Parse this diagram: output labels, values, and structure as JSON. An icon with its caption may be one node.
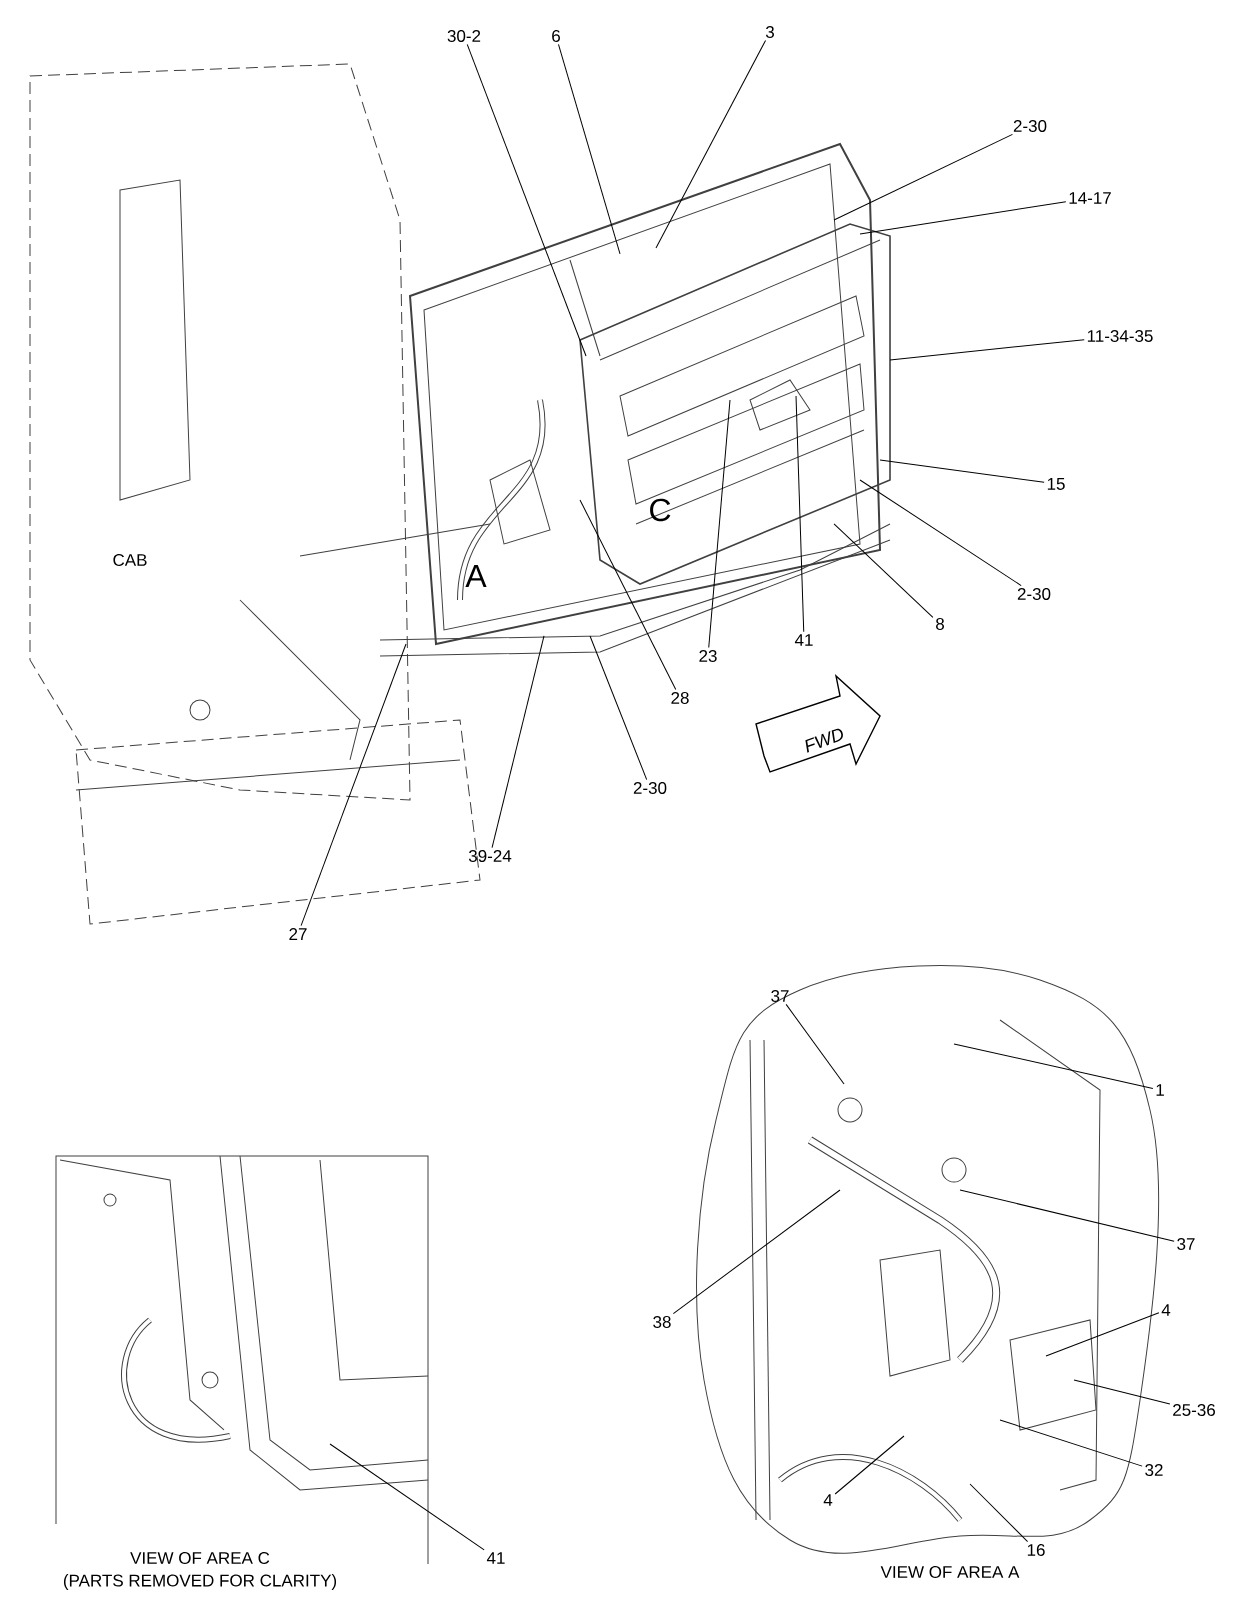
{
  "diagram": {
    "nodes": [
      {
        "text": [
          "30-2"
        ]
      },
      {
        "text": [
          "6"
        ]
      },
      {
        "text": [
          "3"
        ]
      },
      {
        "text": [
          "2-30"
        ]
      },
      {
        "text": [
          "14-17"
        ]
      },
      {
        "text": [
          "11-34-35"
        ]
      },
      {
        "text": [
          "15"
        ]
      },
      {
        "text": [
          "2-30"
        ]
      },
      {
        "text": [
          "8"
        ]
      },
      {
        "text": [
          "41"
        ]
      },
      {
        "text": [
          "23"
        ]
      },
      {
        "text": [
          "28"
        ]
      },
      {
        "text": [
          "2-30"
        ]
      },
      {
        "text": [
          "39-24"
        ]
      },
      {
        "text": [
          "27"
        ]
      },
      {
        "text": [
          "37"
        ]
      },
      {
        "text": [
          "1"
        ]
      },
      {
        "text": [
          "37"
        ]
      },
      {
        "text": [
          "38"
        ]
      },
      {
        "text": [
          "4"
        ]
      },
      {
        "text": [
          "25-36"
        ]
      },
      {
        "text": [
          "32"
        ]
      },
      {
        "text": [
          "4"
        ]
      },
      {
        "text": [
          "16"
        ]
      },
      {
        "text": [
          "41"
        ]
      }
    ],
    "edges": [
      {
        "from": 0,
        "to": null,
        "arrow": "none"
      },
      {
        "from": 1,
        "to": null,
        "arrow": "none"
      },
      {
        "from": 2,
        "to": null,
        "arrow": "none"
      },
      {
        "from": 3,
        "to": null,
        "arrow": "none"
      },
      {
        "from": 4,
        "to": null,
        "arrow": "none"
      },
      {
        "from": 5,
        "to": null,
        "arrow": "none"
      },
      {
        "from": 6,
        "to": null,
        "arrow": "none"
      },
      {
        "from": 7,
        "to": null,
        "arrow": "none"
      },
      {
        "from": 8,
        "to": null,
        "arrow": "none"
      },
      {
        "from": 9,
        "to": null,
        "arrow": "none"
      },
      {
        "from": 10,
        "to": null,
        "arrow": "none"
      },
      {
        "from": 11,
        "to": null,
        "arrow": "none"
      },
      {
        "from": 12,
        "to": null,
        "arrow": "none"
      },
      {
        "from": 13,
        "to": null,
        "arrow": "none"
      },
      {
        "from": 14,
        "to": null,
        "arrow": "none"
      },
      {
        "from": 15,
        "to": null,
        "arrow": "none"
      },
      {
        "from": 16,
        "to": null,
        "arrow": "none"
      },
      {
        "from": 17,
        "to": null,
        "arrow": "none"
      },
      {
        "from": 18,
        "to": null,
        "arrow": "none"
      },
      {
        "from": 19,
        "to": null,
        "arrow": "none"
      },
      {
        "from": 20,
        "to": null,
        "arrow": "none"
      },
      {
        "from": 21,
        "to": null,
        "arrow": "none"
      },
      {
        "from": 22,
        "to": null,
        "arrow": "none"
      },
      {
        "from": 23,
        "to": null,
        "arrow": "none"
      },
      {
        "from": 24,
        "to": null,
        "arrow": "none"
      }
    ],
    "labels": [
      "CAB",
      "C",
      "A",
      "FWD",
      "VIEW OF AREA C",
      "(PARTS REMOVED FOR CLARITY)",
      "VIEW OF AREA A"
    ]
  }
}
